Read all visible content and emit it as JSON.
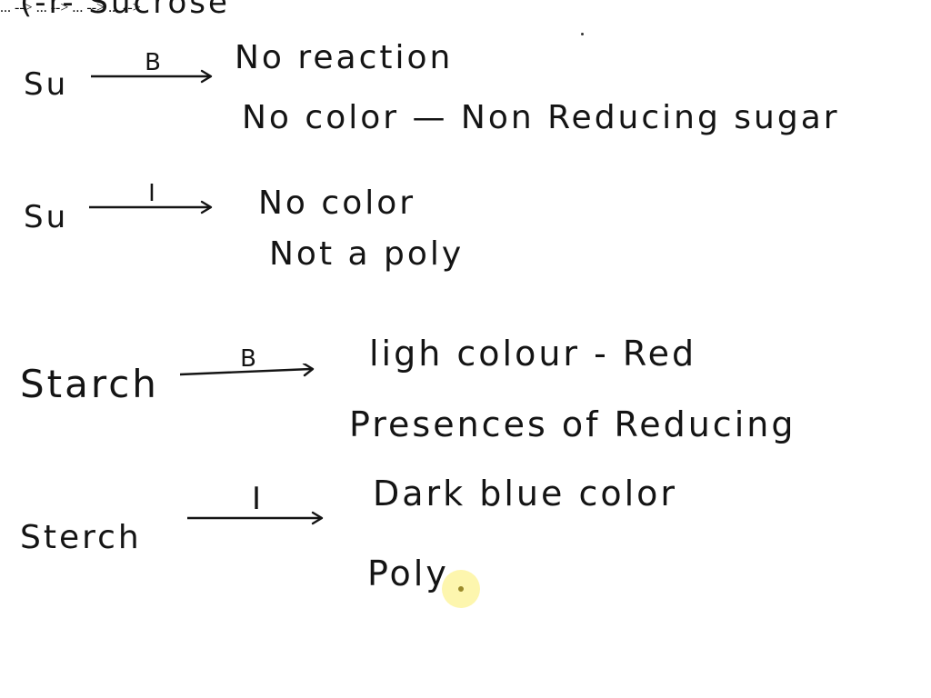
{
  "heading": "(-r- Sucrose",
  "rows": [
    {
      "subject": "Su",
      "reagent": "B",
      "result_lines": [
        "No reaction",
        "No color — Non Reducing sugar"
      ]
    },
    {
      "subject": "Su",
      "reagent": "I",
      "result_lines": [
        "No color",
        "Not a poly"
      ]
    },
    {
      "subject": "Starch",
      "reagent": "B",
      "result_lines": [
        "ligh colour - Red",
        "Presences of Reducing"
      ]
    },
    {
      "subject": "Sterch",
      "reagent": "I",
      "result_lines": [
        "Dark blue color",
        "Poly"
      ]
    }
  ],
  "colors": {
    "ink": "#141414",
    "paper": "#ffffff",
    "pointer_highlight": "#fdf4a0"
  }
}
